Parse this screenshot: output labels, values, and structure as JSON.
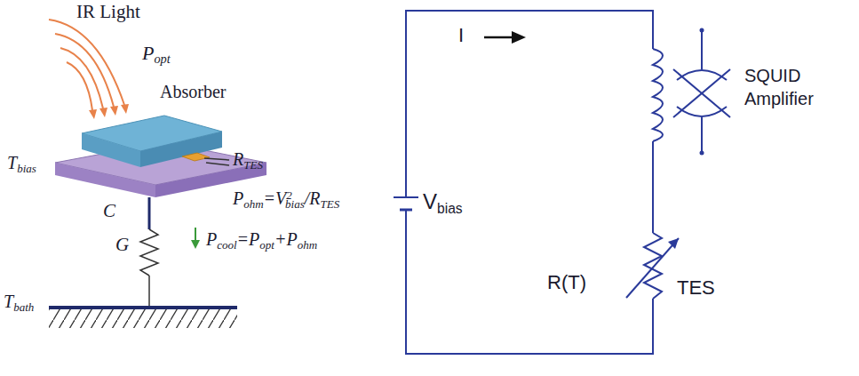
{
  "diagram": {
    "labels": [
      "IR Light",
      "P",
      "opt",
      "Absorber",
      "T",
      "bias",
      "C",
      "R",
      "TES",
      "P",
      "ohm",
      "=V",
      "2",
      "bias",
      "/R",
      "TES",
      "G",
      "P",
      "cool",
      "=P",
      "opt",
      "+P",
      "ohm",
      "T",
      "bath",
      "I",
      "V",
      "bias",
      "SQUID Amplifier",
      "R(T)",
      "TES"
    ]
  }
}
